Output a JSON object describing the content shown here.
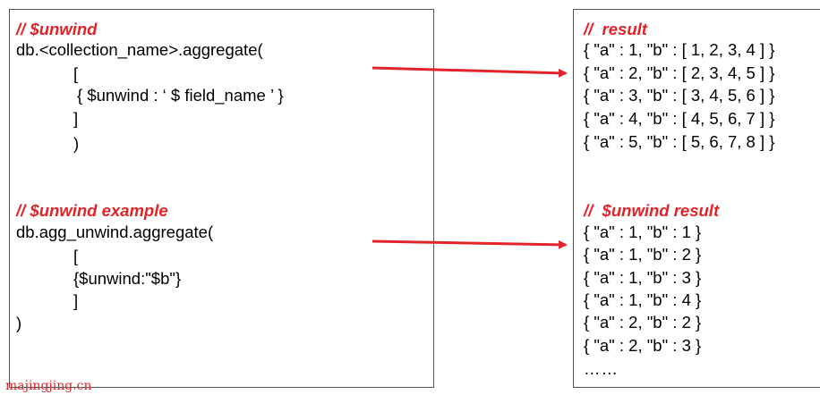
{
  "left": {
    "lines": [
      "// $unwind",
      "db.<collection_name>.aggregate(",
      "[",
      "{ $unwind : ‘ $ field_name ’ }",
      "]",
      ")",
      "// $unwind example",
      "db.agg_unwind.aggregate(",
      "[",
      "{$unwind:\"$b\"}",
      "]",
      ")"
    ]
  },
  "right": {
    "lines": [
      "//  result",
      "{ \"a\" : 1, \"b\" : [ 1, 2, 3, 4 ] }",
      "{ \"a\" : 2, \"b\" : [ 2, 3, 4, 5 ] }",
      "{ \"a\" : 3, \"b\" : [ 3, 4, 5, 6 ] }",
      "{ \"a\" : 4, \"b\" : [ 4, 5, 6, 7 ] }",
      "{ \"a\" : 5, \"b\" : [ 5, 6, 7, 8 ] }",
      "//  $unwind result",
      "{ \"a\" : 1, \"b\" : 1 }",
      "{ \"a\" : 1, \"b\" : 2 }",
      "{ \"a\" : 1, \"b\" : 3 }",
      "{ \"a\" : 1, \"b\" : 4 }",
      "{ \"a\" : 2, \"b\" : 2 }",
      "{ \"a\" : 2, \"b\" : 3 }",
      "……"
    ]
  },
  "watermark": "majingjing.cn",
  "colors": {
    "accent": "#e0242a",
    "border": "#555555"
  }
}
